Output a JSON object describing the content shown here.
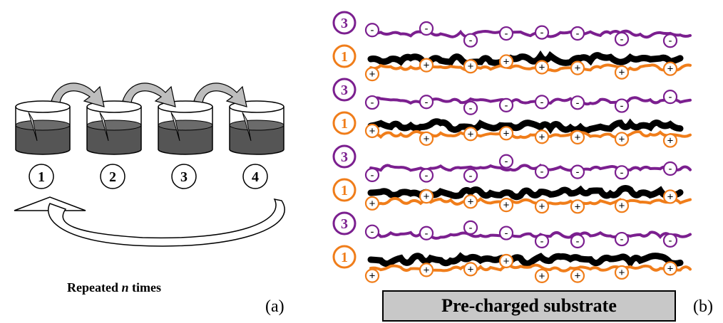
{
  "panel_a": {
    "beakers": [
      {
        "label": "1"
      },
      {
        "label": "2"
      },
      {
        "label": "3"
      },
      {
        "label": "4"
      }
    ],
    "caption_prefix": "Repeated ",
    "caption_var": "n",
    "caption_suffix": " times",
    "panel_letter": "(a)",
    "colors": {
      "liquid": "#555555",
      "transfer_arrow": "#bdbdbd"
    }
  },
  "panel_b": {
    "layers": [
      {
        "label": "3",
        "charge": "-",
        "color": "#7b1f8f"
      },
      {
        "label": "1",
        "charge": "+",
        "color": "#f07d1a"
      },
      {
        "label": "3",
        "charge": "-",
        "color": "#7b1f8f"
      },
      {
        "label": "1",
        "charge": "+",
        "color": "#f07d1a"
      },
      {
        "label": "3",
        "charge": "-",
        "color": "#7b1f8f"
      },
      {
        "label": "1",
        "charge": "+",
        "color": "#f07d1a"
      },
      {
        "label": "3",
        "charge": "-",
        "color": "#7b1f8f"
      },
      {
        "label": "1",
        "charge": "+",
        "color": "#f07d1a"
      }
    ],
    "substrate_label": "Pre-charged substrate",
    "panel_letter": "(b)",
    "colors": {
      "polyanion": "#7b1f8f",
      "polycation": "#f07d1a",
      "dye": "#000000"
    }
  }
}
